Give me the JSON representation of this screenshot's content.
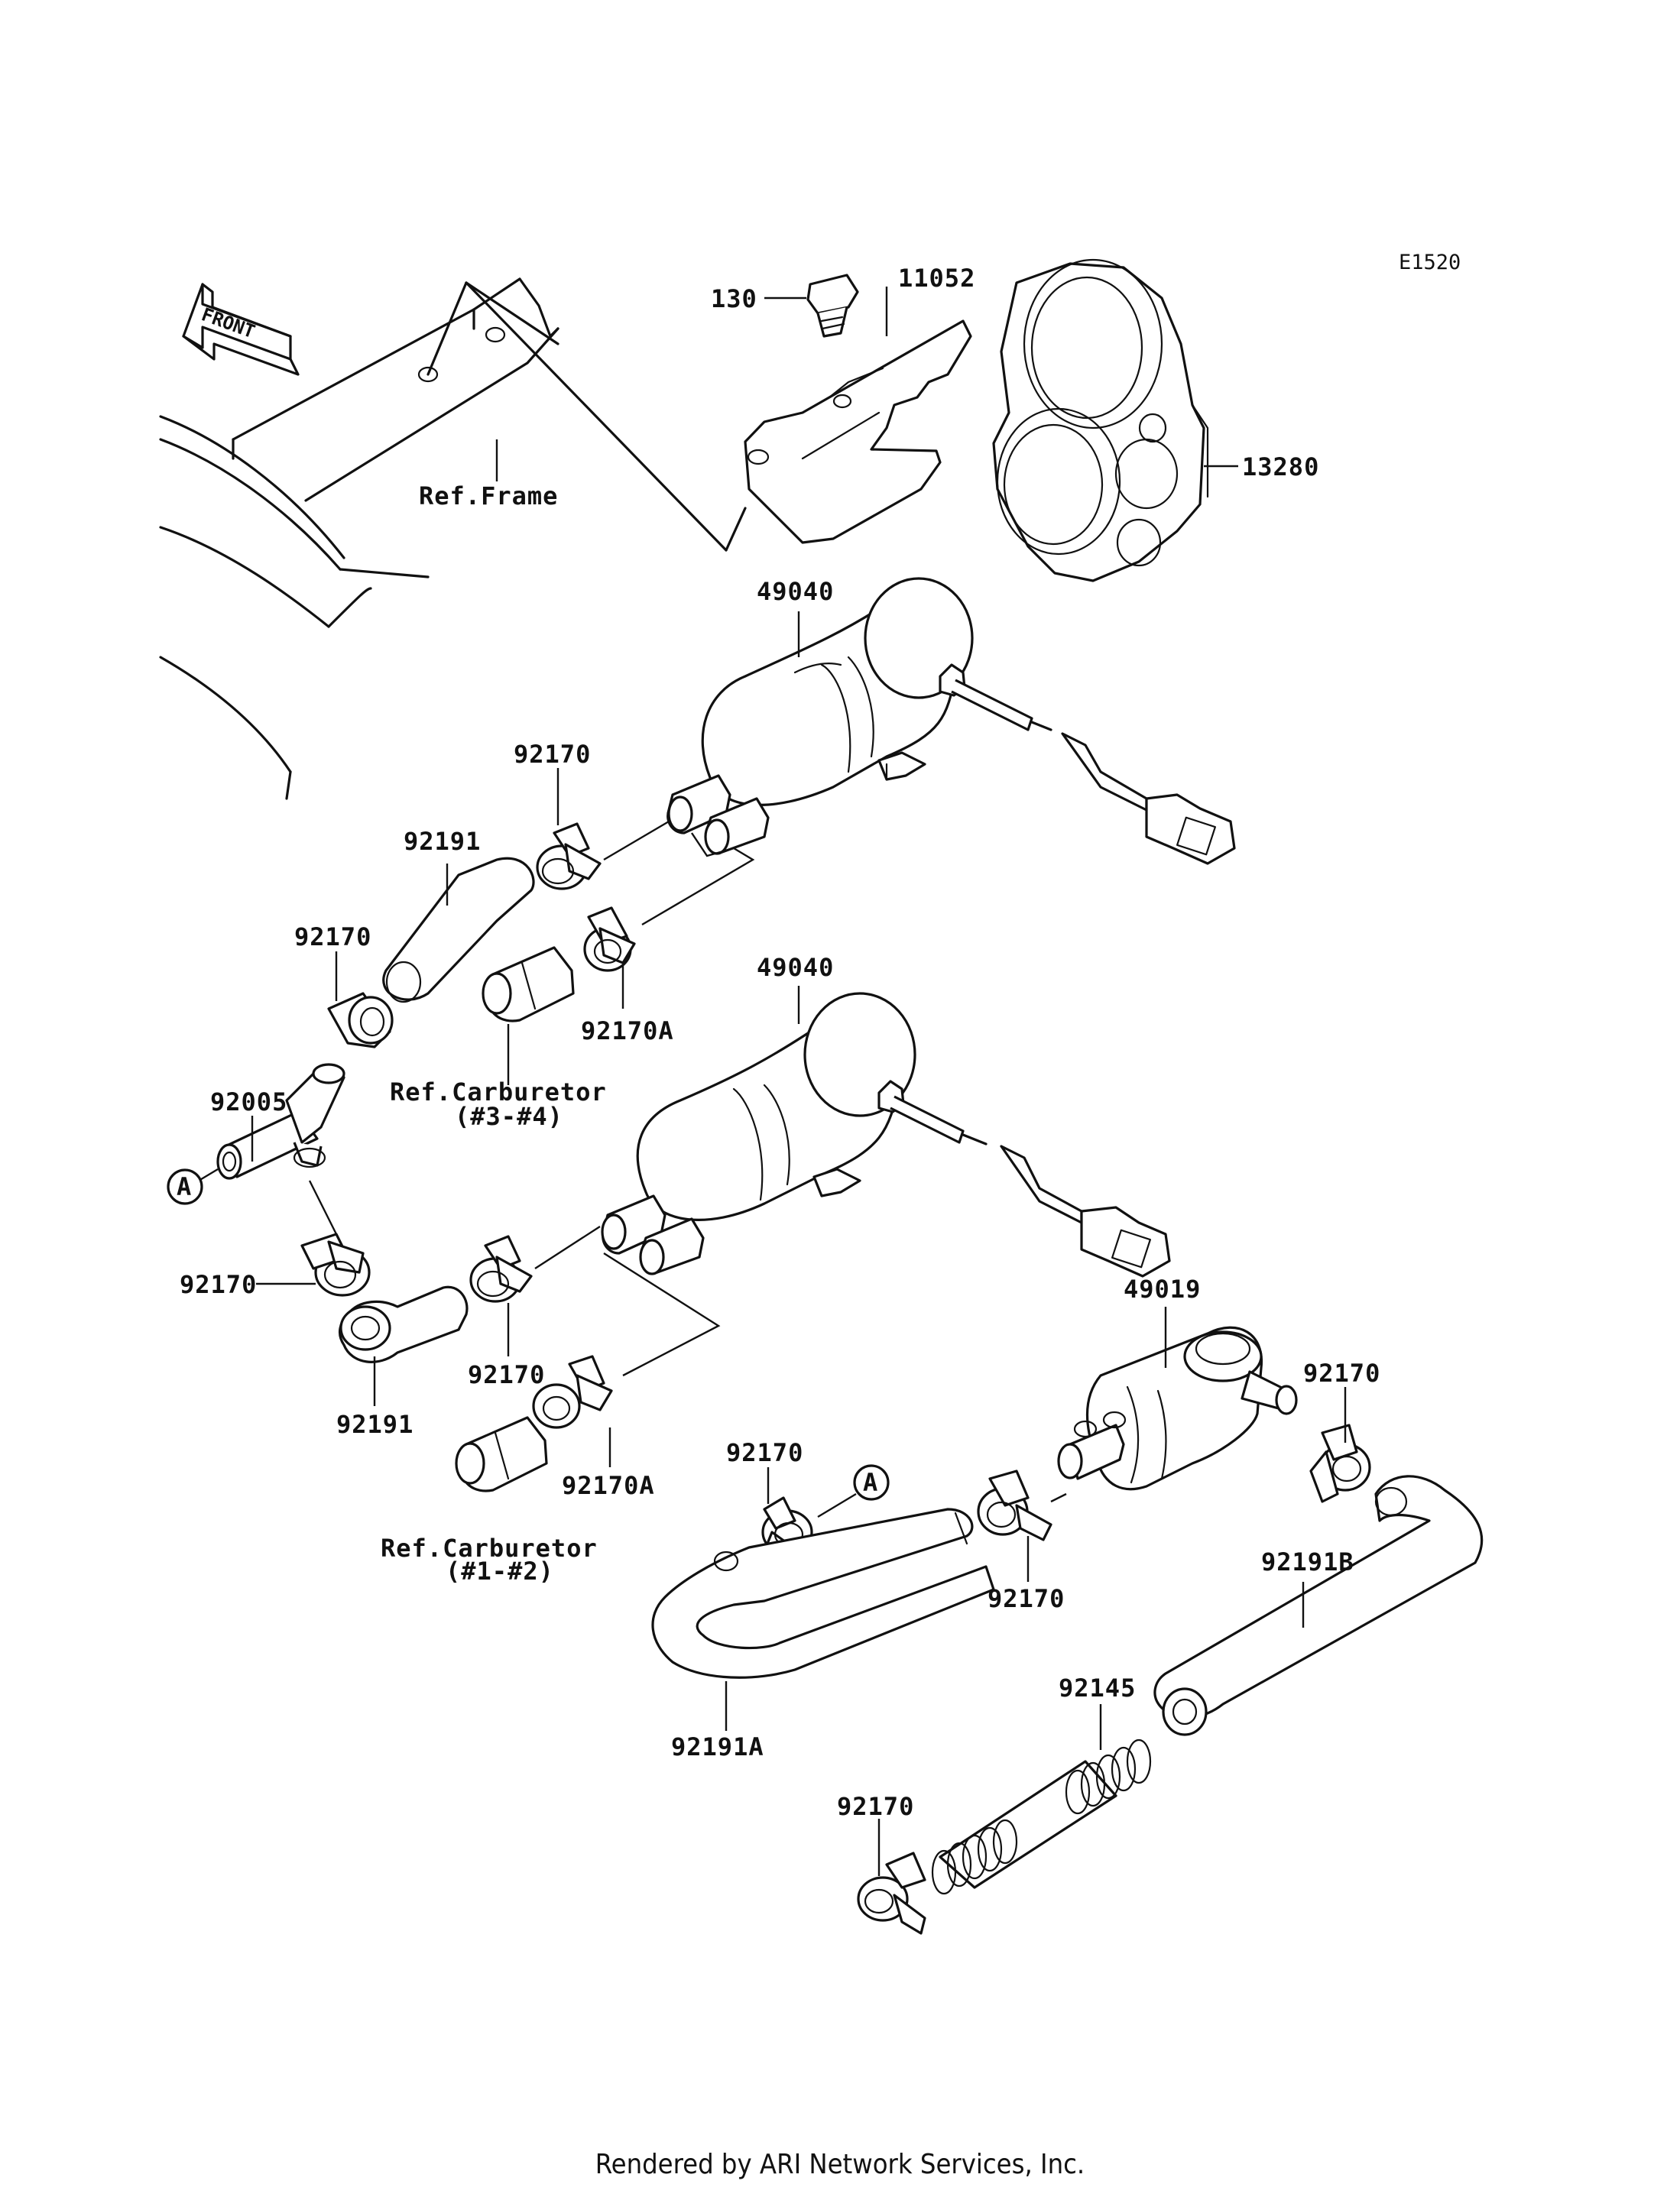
{
  "diagram": {
    "code": "E1520",
    "front_label": "FRONT",
    "marker": "A",
    "labels": {
      "p130": "130",
      "p11052": "11052",
      "p13280": "13280",
      "ref_frame": "Ref.Frame",
      "p49040_top": "49040",
      "p92170_top": "92170",
      "p92191_top": "92191",
      "p92170_left": "92170",
      "p92005": "92005",
      "ref_carb_34": "Ref.Carburetor",
      "ref_carb_34_sub": "(#3-#4)",
      "p92170A_top": "92170A",
      "p49040_mid": "49040",
      "p92170_mid_left": "92170",
      "p92170_mid": "92170",
      "p92191_mid": "92191",
      "p92170A_mid": "92170A",
      "ref_carb_12": "Ref.Carburetor",
      "ref_carb_12_sub": "(#1-#2)",
      "p92170_bottom_a": "92170",
      "p49019": "49019",
      "p92170_right": "92170",
      "p92170_bottom_mid": "92170",
      "p92191B": "92191B",
      "p92191A": "92191A",
      "p92145": "92145",
      "p92170_bottom": "92170"
    }
  },
  "footer": "Rendered by ARI Network Services, Inc."
}
